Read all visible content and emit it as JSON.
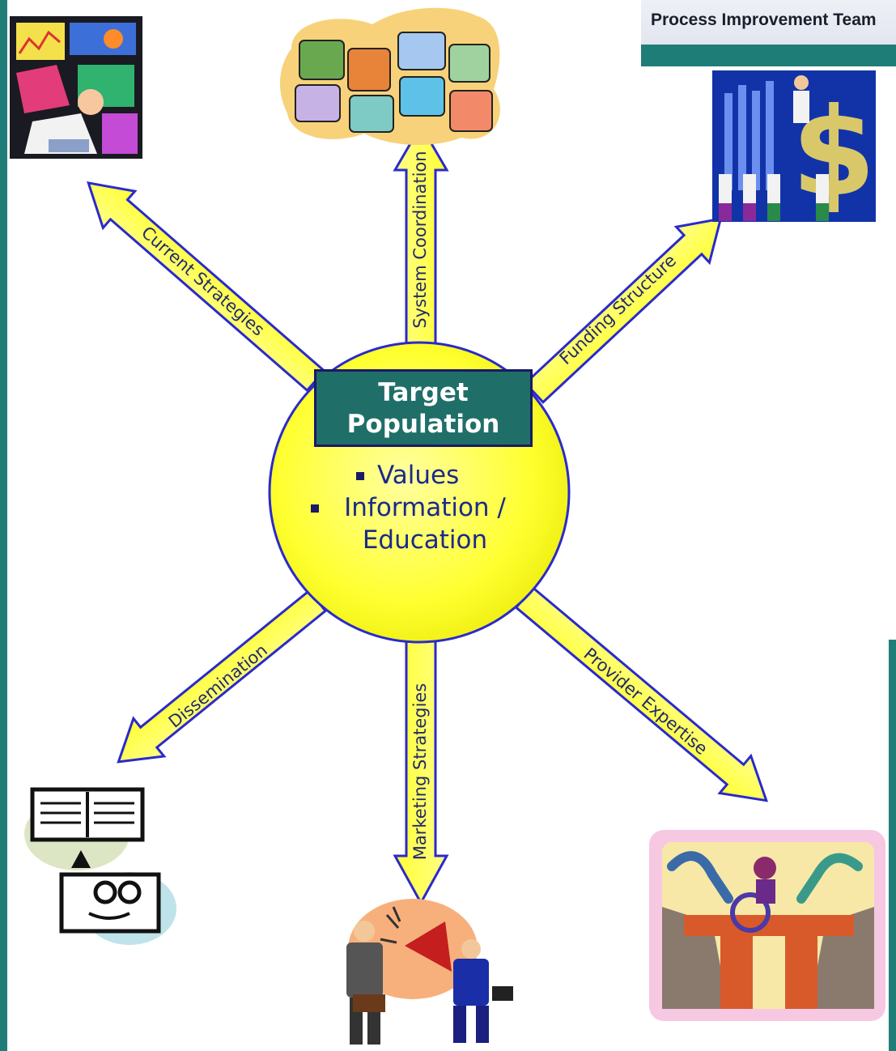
{
  "header": {
    "title": "Process Improvement Team"
  },
  "center": {
    "title": "Target\nPopulation",
    "bullets": [
      "Values",
      "Information / Education"
    ]
  },
  "arrows": {
    "current_strategies": "Current Strategies",
    "system_coordination": "System Coordination",
    "funding_structure": "Funding Structure",
    "dissemination": "Dissemination",
    "marketing_strategies": "Marketing Strategies",
    "provider_expertise": "Provider Expertise"
  },
  "colors": {
    "accent": "#1f7d78",
    "arrow_fill": "#ffff66",
    "arrow_stroke": "#2a2acc",
    "circle_fill": "#ffff44"
  },
  "icons": [
    "collage-clipart-icon",
    "puzzle-clipart-icon",
    "finance-team-clipart-icon",
    "book-reader-clipart-icon",
    "megaphone-clipart-icon",
    "collaboration-clipart-icon"
  ]
}
